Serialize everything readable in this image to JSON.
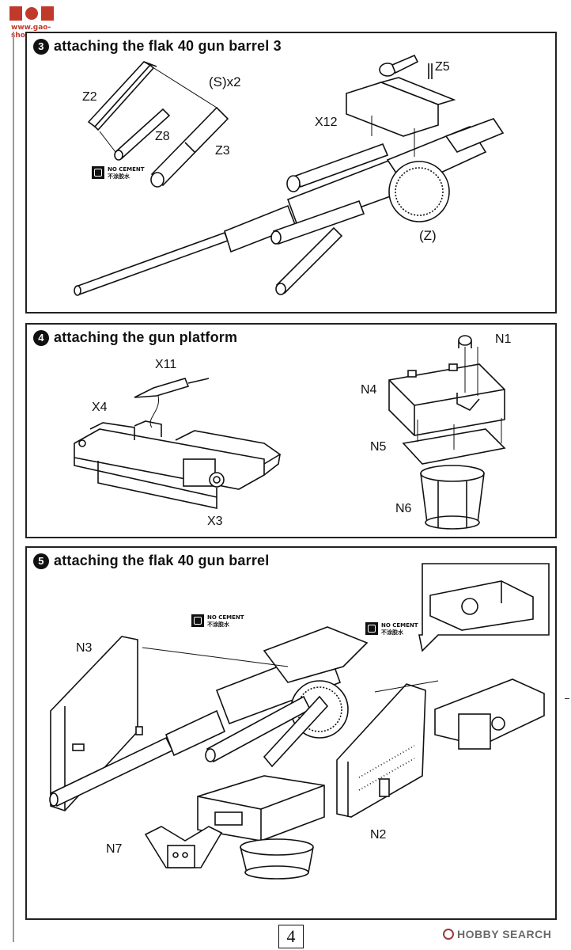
{
  "watermark": {
    "text": "www.gao-shou.com"
  },
  "steps": [
    {
      "number": "3",
      "title": "attaching the flak 40 gun barrel 3",
      "labels": {
        "z2": "Z2",
        "z8": "Z8",
        "z3": "Z3",
        "sx2": "(S)x2",
        "x12": "X12",
        "z5": "Z5",
        "z": "(Z)"
      },
      "no_cement": {
        "en": "NO CEMENT",
        "cn": "不涂胶水"
      }
    },
    {
      "number": "4",
      "title": "attaching the gun platform",
      "labels": {
        "x11": "X11",
        "x4": "X4",
        "x3": "X3",
        "n1": "N1",
        "n4": "N4",
        "n5": "N5",
        "n6": "N6"
      }
    },
    {
      "number": "5",
      "title": "attaching the flak 40 gun barrel",
      "labels": {
        "n3": "N3",
        "n7": "N7",
        "n2": "N2"
      },
      "no_cement_a": {
        "en": "NO CEMENT",
        "cn": "不涂胶水"
      },
      "no_cement_b": {
        "en": "NO CEMENT",
        "cn": "不涂胶水"
      }
    }
  ],
  "footer": {
    "page_number": "4",
    "brand": "HOBBY SEARCH"
  },
  "colors": {
    "ink": "#111111",
    "watermark": "#c0392b",
    "brand_gray": "#6a6a6a"
  }
}
